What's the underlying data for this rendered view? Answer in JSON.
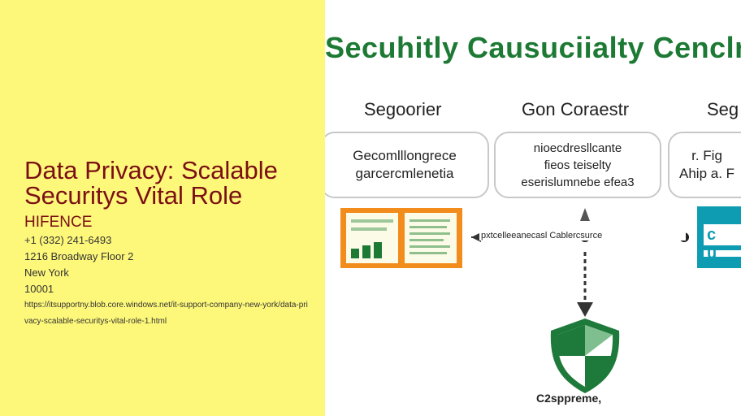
{
  "article": {
    "title": "Data Privacy: Scalable Securitys Vital Role",
    "company": "HIFENCE",
    "phone": "+1 (332) 241-6493",
    "address_line1": "1216 Broadway Floor 2",
    "city": "New York",
    "zip": "10001",
    "url": "https://itsupportny.blob.core.windows.net/it-support-company-new-york/data-privacy-scalable-securitys-vital-role-1.html"
  },
  "illustration": {
    "title": "Secuhitly Causuciialty Cenclr",
    "columns": [
      {
        "heading": "Segoorier",
        "text_lines": [
          "Gecomlllongrece",
          "garcercmlenetia"
        ]
      },
      {
        "heading": "Gon Coraestr",
        "text_lines": [
          "nioecdresllcante",
          "fieos teiselty",
          "eserislumnebe efea3"
        ]
      },
      {
        "heading": "Seg",
        "text_lines": [
          "r. Fig",
          "Ahip a. F"
        ]
      }
    ],
    "connector_label": "pxtcelleeanecasl   Cablercsurce",
    "right_card_text": "c u",
    "shield_label": "C2sppreme,",
    "colors": {
      "title_green": "#1d7a34",
      "shield_green": "#1e7a3a",
      "orange": "#f28c1c",
      "teal": "#0e9cb3",
      "left_bg": "#fdf87a",
      "title_red": "#7a0f14"
    }
  }
}
